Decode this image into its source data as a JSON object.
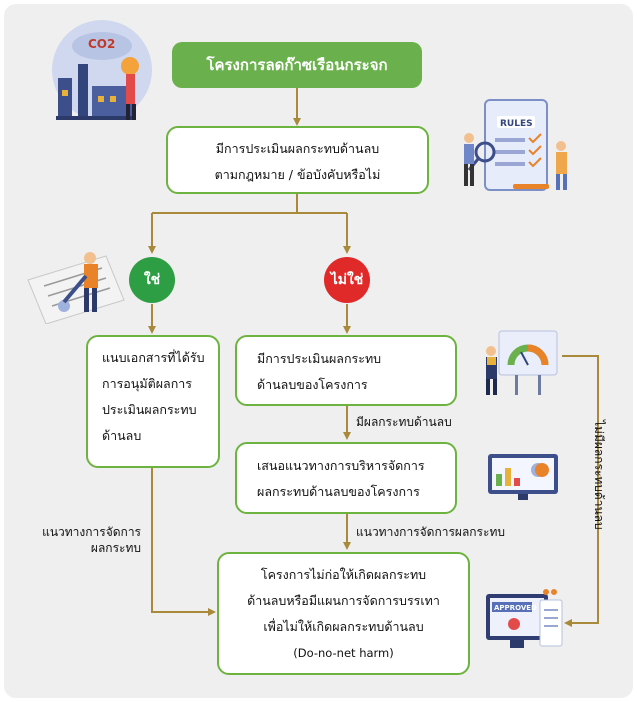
{
  "title": "โครงการลดก๊าซเรือนกระจก",
  "assess_box": [
    "มีการประเมินผลกระทบด้านลบ",
    "ตามกฎหมาย / ข้อบังคับหรือไม่"
  ],
  "yes_label": "ใช่",
  "no_label": "ไม่ใช่",
  "yes_box": [
    "แนบเอกสารที่ได้รับ",
    "การอนุมัติผลการ",
    "ประเมินผลกระทบ",
    "ด้านลบ"
  ],
  "no_box": [
    "มีการประเมินผลกระทบ",
    "ด้านลบของโครงการ"
  ],
  "edge_has_impact": "มีผลกระทบด้านลบ",
  "propose_box": [
    "เสนอแนวทางการบริหารจัดการ",
    "ผลกระทบด้านลบของโครงการ"
  ],
  "edge_manage_impact": "แนวทางการจัดการผลกระทบ",
  "edge_left_label": [
    "แนวทางการจัดการ",
    "ผลกระทบ"
  ],
  "edge_no_impact": "ไม่มีผลกระทบด้านลบ",
  "final_box": [
    "โครงการไม่ก่อให้เกิดผลกระทบ",
    "ด้านลบหรือมีแผนการจัดการบรรเทา",
    "เพื่อไม่ให้เกิดผลกระทบด้านลบ",
    "(Do-no-net harm)"
  ],
  "illustrations": {
    "factory": "CO2",
    "rules": "RULES",
    "approved": "APPROVED"
  },
  "colors": {
    "green": "#6ab04c",
    "box_border": "#6db33f",
    "yes": "#2e9e45",
    "no": "#e02a2a",
    "arrow": "#a98a3a",
    "panel": "#efefef"
  }
}
